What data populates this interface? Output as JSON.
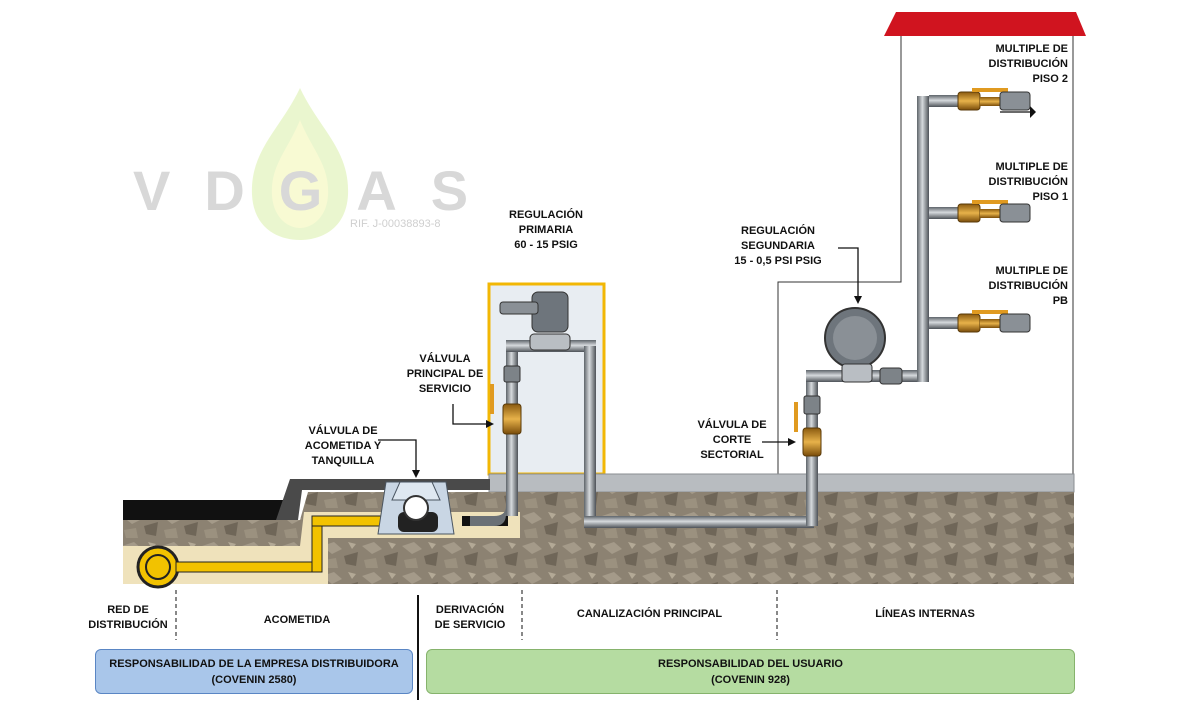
{
  "logo": {
    "letters": "VDGAS",
    "rif": "RIF. J-00038893-8"
  },
  "labels": {
    "regulacion_primaria": "REGULACIÓN\nPRIMARIA\n60 - 15 PSIG",
    "regulacion_secundaria": "REGULACIÓN\nSEGUNDARIA\n15 - 0,5 PSI PSIG",
    "valvula_principal": "VÁLVULA\nPRINCIPAL DE\nSERVICIO",
    "valvula_acometida": "VÁLVULA DE\nACOMETIDA Y\nTANQUILLA",
    "valvula_corte": "VÁLVULA DE\nCORTE\nSECTORIAL",
    "multiple_piso2": "MULTIPLE DE\nDISTRIBUCIÓN\nPISO 2",
    "multiple_piso1": "MULTIPLE DE\nDISTRIBUCIÓN\nPISO 1",
    "multiple_pb": "MULTIPLE DE\nDISTRIBUCIÓN\nPB"
  },
  "segments": {
    "red": "RED DE\nDISTRIBUCIÓN",
    "acometida": "ACOMETIDA",
    "derivacion": "DERIVACIÓN\nDE SERVICIO",
    "canalizacion": "CANALIZACIÓN PRINCIPAL",
    "lineas": "LÍNEAS INTERNAS"
  },
  "responsibility": {
    "empresa_title": "RESPONSABILIDAD DE LA EMPRESA DISTRIBUIDORA",
    "empresa_norm": "(COVENIN 2580)",
    "usuario_title": "RESPONSABILIDAD DEL USUARIO",
    "usuario_norm": "(COVENIN 928)"
  },
  "colors": {
    "ground": "#8c8272",
    "pipe": "#9aa0a6",
    "yellow_pipe": "#f2c200",
    "house_roof": "#d0141f",
    "cabinet_border": "#f2b705",
    "responsibility_blue": "#a9c6ea",
    "responsibility_green": "#b5dca1"
  }
}
